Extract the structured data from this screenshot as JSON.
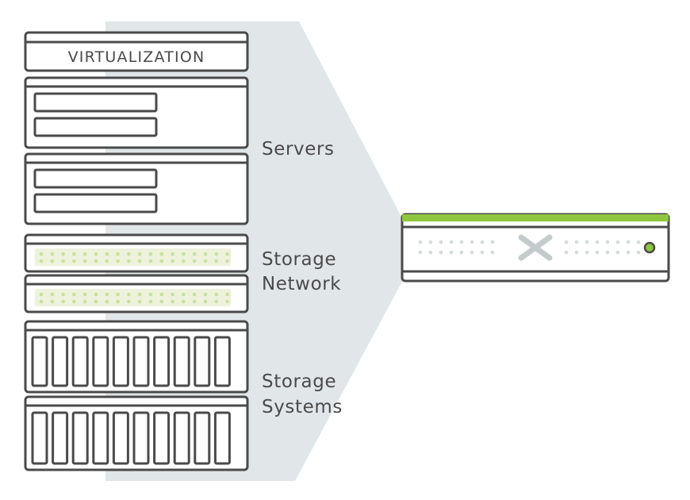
{
  "labels": {
    "virtualization": "VIRTUALIZATION",
    "servers": "Servers",
    "storage_network": [
      "Storage",
      "Network"
    ],
    "storage_systems": [
      "Storage",
      "Systems"
    ]
  },
  "colors": {
    "outline": "#4a4a4a",
    "backdrop": "#e1e6e8",
    "accent_green": "#8fc640",
    "dot_green": "#c8e09a",
    "dot_gray": "#d4dadb",
    "light_panel": "#eef2dc"
  },
  "icons": {
    "appliance_logo": "nutanix-x-logo",
    "appliance_led": "power-led-icon"
  }
}
